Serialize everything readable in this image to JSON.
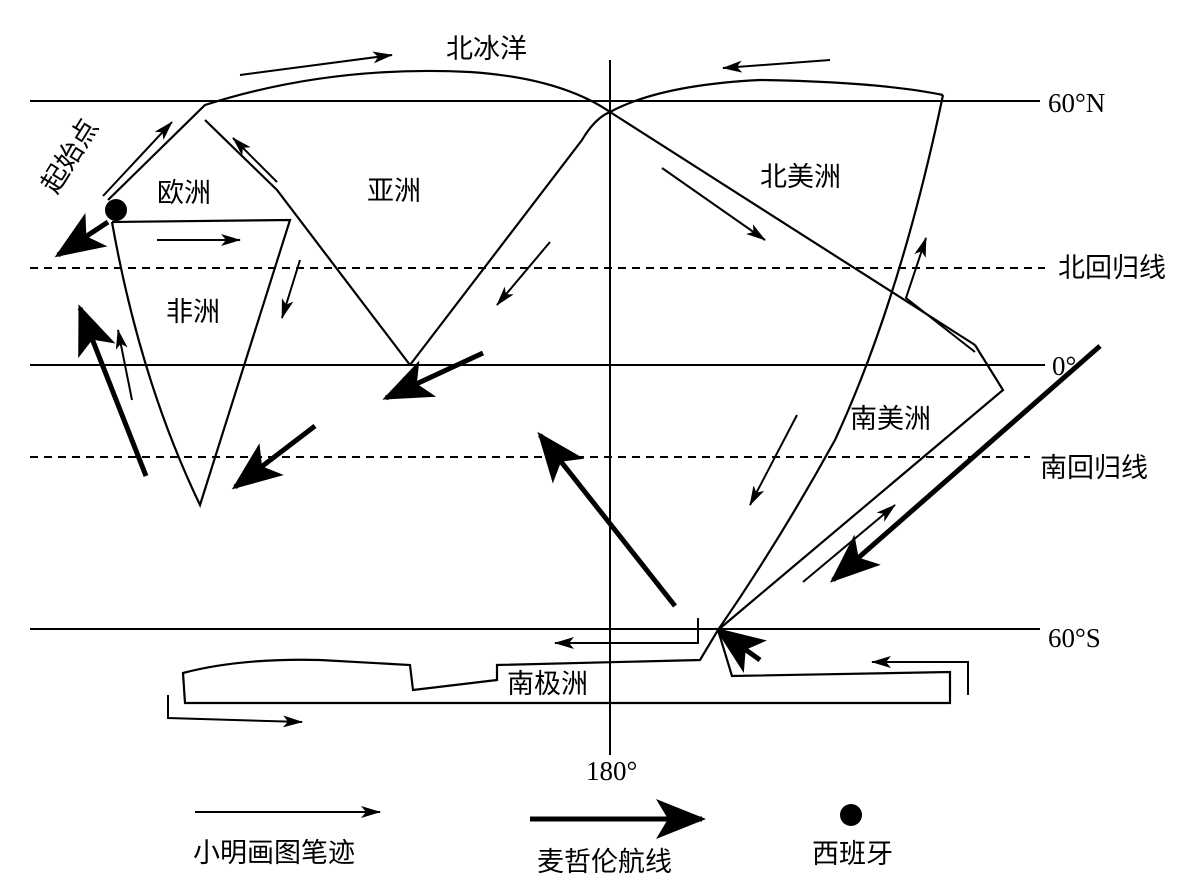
{
  "labels": {
    "arctic": "北冰洋",
    "europe": "欧洲",
    "asia": "亚洲",
    "north_america": "北美洲",
    "africa": "非洲",
    "south_america": "南美洲",
    "antarctica": "南极洲",
    "start_point": "起始点"
  },
  "latitudes": {
    "n60": "60°N",
    "tropic_cancer": "北回归线",
    "equator": "0°",
    "tropic_capricorn": "南回归线",
    "s60": "60°S"
  },
  "meridian": "180°",
  "legend": {
    "pen_trace": "小明画图笔迹",
    "magellan_route": "麦哲伦航线",
    "spain": "西班牙"
  },
  "colors": {
    "ink": "#000000",
    "background": "#ffffff"
  }
}
